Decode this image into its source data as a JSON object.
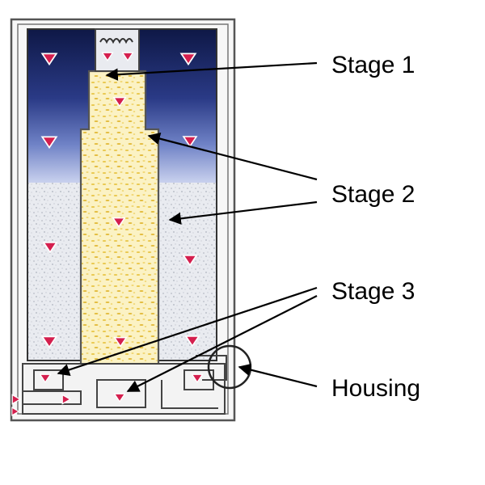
{
  "labels": {
    "stage1": "Stage 1",
    "stage2": "Stage 2",
    "stage3": "Stage 3",
    "housing": "Housing"
  },
  "colors": {
    "dark_blue": "#101b4a",
    "mid_blue": "#3b4f9a",
    "light_blue": "#aeb9e0",
    "white_media": "#eef0f4",
    "yellow_media": "#f3df86",
    "flow_arrow": "#d41f4e",
    "outline": "#444444",
    "leader": "#000000"
  },
  "icons": [
    "flow-arrow-icon",
    "housing-circle-icon"
  ]
}
